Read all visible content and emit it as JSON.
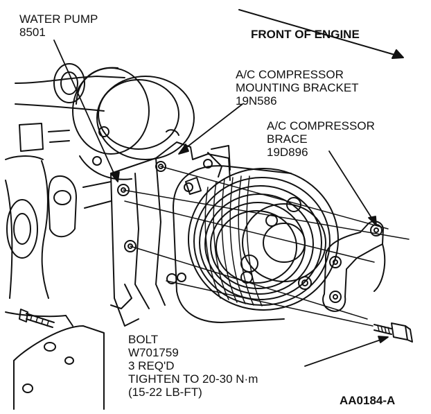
{
  "labels": {
    "water_pump": {
      "name": "WATER PUMP",
      "part": "8501"
    },
    "front_of_engine": "FRONT OF ENGINE",
    "mounting_bracket": {
      "line1": "A/C COMPRESSOR",
      "line2": "MOUNTING BRACKET",
      "part": "19N586"
    },
    "brace": {
      "line1": "A/C COMPRESSOR",
      "line2": "BRACE",
      "part": "19D896"
    },
    "bolt": {
      "name": "BOLT",
      "part": "W701759",
      "qty": "3 REQ'D",
      "torque": "TIGHTEN TO 20-30 N·m",
      "torque_imperial": "(15-22 LB-FT)"
    },
    "figure_id": "AA0184-A"
  },
  "colors": {
    "ink": "#111111",
    "paper": "#ffffff"
  }
}
